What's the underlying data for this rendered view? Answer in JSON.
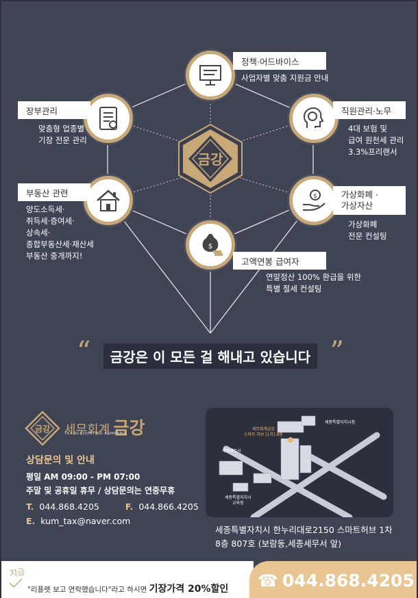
{
  "services": [
    {
      "title": "정책·어드바이스",
      "desc": [
        "사업자별 맞춤 지원금 안내"
      ],
      "icon": "monitor-chart-icon"
    },
    {
      "title": "장부관리",
      "desc": [
        "맞춤형 업종별",
        "기장 전문 관리"
      ],
      "icon": "checklist-icon"
    },
    {
      "title": "직원관리·노무",
      "desc": [
        "4대 보험 및",
        "급여 원천세 관리",
        "3.3%프리랜서"
      ],
      "icon": "head-coin-icon"
    },
    {
      "title": "부동산 관련",
      "desc": [
        "양도소득세·",
        "취득세·증여세·",
        "상속세·",
        "종합부동산세·재산세",
        "부동산 중개까지!"
      ],
      "icon": "house-icon"
    },
    {
      "title": "가상화폐 ·",
      "title2": "가상자산",
      "desc": [
        "가상화폐",
        "전문 컨설팅"
      ],
      "icon": "hand-coin-icon"
    },
    {
      "title": "고액연봉 급여자",
      "desc": [
        "연말정산 100% 환급을 위한",
        "특별 절세 컨설팅"
      ],
      "icon": "money-bag-icon"
    }
  ],
  "center_logo_text": "금강",
  "slogan": "금강은 이 모든 걸 해내고 있습니다",
  "brand": {
    "ko": "세무회계",
    "name": "금강",
    "en": "TAX ACCOUNTING KUMKANG"
  },
  "contact": {
    "title": "상담문의 및 안내",
    "hours": "평일 AM 09:00 - PM 07:00",
    "holiday": "주말 및 공휴일 휴무 / 상담문의는 연중무휴",
    "tel_label": "T.",
    "tel": "044.868.4205",
    "fax_label": "F.",
    "fax": "044.866.4205",
    "email_label": "E.",
    "email": "kum_tax@naver.com"
  },
  "map": {
    "office": "세무회계금강\n스마트 허브 [1차] 8층",
    "city_hall": "세종특별자치시청",
    "tax_office": "세종세무서",
    "education": "세종특별자치시\n교육청"
  },
  "address": [
    "세종특별자치시 한누리대로2150 스마트허브 1차",
    "8층 807호 (보람동,세종세무서 앞)"
  ],
  "bottom": {
    "now": "지금",
    "cta_prefix": "\"리플렛 보고 연락했습니다\"라고 하시면",
    "cta_emph": "기장가격 20%할인",
    "phone": "044.868.4205"
  },
  "colors": {
    "background": "#3f4455",
    "gold": "#c8a877",
    "accent": "#e7c48f"
  }
}
